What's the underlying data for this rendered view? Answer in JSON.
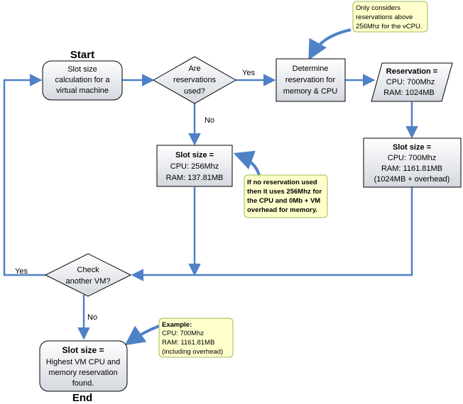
{
  "start_label": "Start",
  "end_label": "End",
  "nodes": {
    "slot_calc": [
      "Slot size",
      "calculation for a",
      "virtual machine"
    ],
    "reservations_used": [
      "Are",
      "reservations",
      "used?"
    ],
    "determine": [
      "Determine",
      "reservation for",
      "memory & CPU"
    ],
    "reservation_box": {
      "title": "Reservation =",
      "lines": [
        "CPU: 700Mhz",
        "RAM: 1024MB"
      ]
    },
    "slot_default": {
      "title": "Slot size =",
      "lines": [
        "CPU: 256Mhz",
        "RAM: 137.81MB"
      ]
    },
    "slot_reserved": {
      "title": "Slot size =",
      "lines": [
        "CPU: 700Mhz",
        "RAM: 1161.81MB",
        "(1024MB + overhead)"
      ]
    },
    "check_vm": [
      "Check",
      "another VM?"
    ],
    "final": {
      "title": "Slot size =",
      "lines": [
        "Highest VM CPU and",
        "memory reservation",
        "found."
      ]
    }
  },
  "edge_labels": {
    "yes_reservation": "Yes",
    "no_reservation": "No",
    "yes_check": "Yes",
    "no_check": "No"
  },
  "notes": {
    "top": [
      "Only considers",
      "reservations above",
      "256Mhz for the vCPU."
    ],
    "middle": [
      "If no reservation used",
      "then it uses 256Mhz for",
      "the CPU and 0Mb + VM",
      "overhead for memory."
    ],
    "bottom": {
      "title": "Example:",
      "lines": [
        "CPU: 700Mhz",
        "RAM: 1161.81MB",
        "(including overhead)"
      ]
    }
  },
  "colors": {
    "arrow": "#4f81c7",
    "node_fill_top": "#ffffff",
    "node_fill_bottom": "#d7dbe2",
    "note_fill": "#ffffcc",
    "note_border": "#9bbb59"
  }
}
